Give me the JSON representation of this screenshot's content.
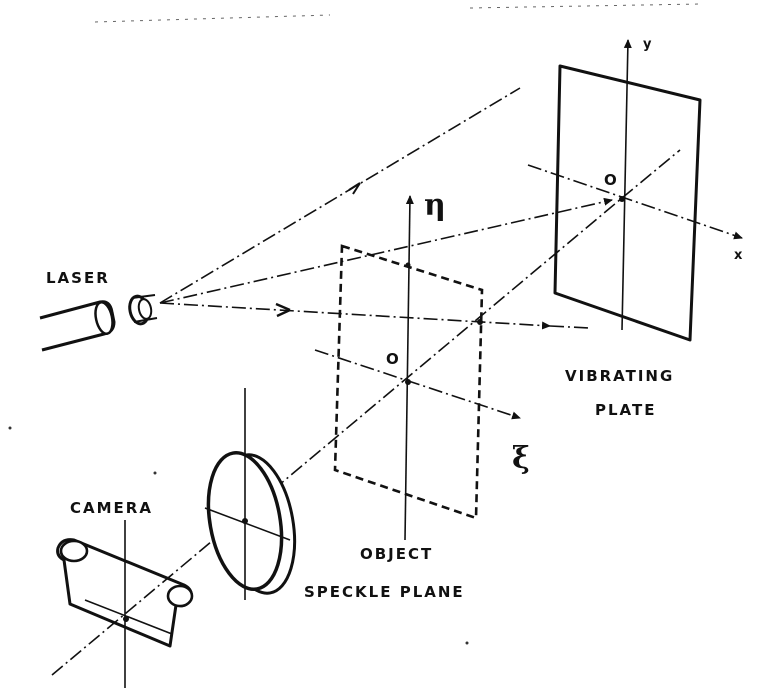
{
  "labels": {
    "laser": "LASER",
    "camera": "CAMERA",
    "object_plane_line1": "OBJECT",
    "object_plane_line2": "SPECKLE PLANE",
    "plate_line1": "VIBRATING",
    "plate_line2": "PLATE",
    "origin_plane": "O",
    "origin_plate": "O",
    "axis_x": "x",
    "axis_y": "y",
    "axis_eta": "η",
    "axis_xi": "ξ"
  }
}
